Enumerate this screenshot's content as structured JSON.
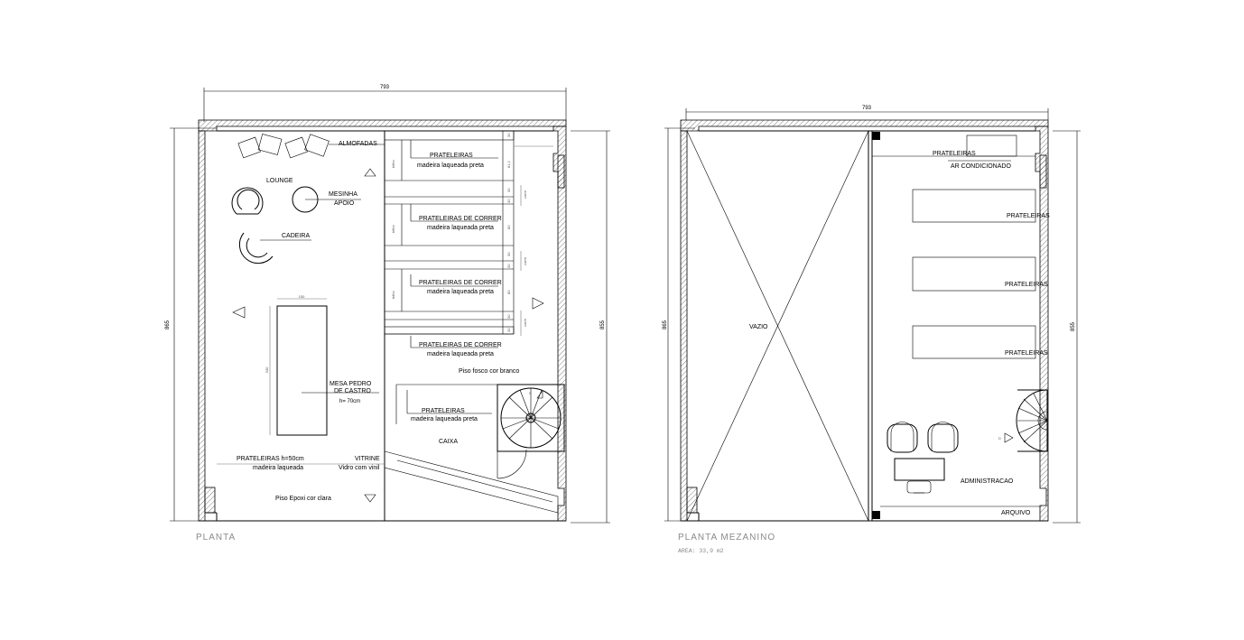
{
  "left_plan": {
    "title": "PLANTA",
    "dims": {
      "width": "793",
      "height_left": "865",
      "height_right": "855",
      "mesa_w": "150",
      "mesa_h": "340"
    },
    "labels": {
      "almofadas": "ALMOFADAS",
      "lounge": "LOUNGE",
      "mesinha_1": "MESINHA",
      "mesinha_2": "APOIO",
      "cadeira": "CADEIRA",
      "mesa_1": "MESA PEDRO",
      "mesa_2": "DE CASTRO",
      "mesa_3": "h= 70cm",
      "prat_baixa_1": "PRATELEIRAS h=50cm",
      "prat_baixa_2": "madeira laqueada",
      "vitrine_1": "VITRINE",
      "vitrine_2": "Vidro com vinil",
      "piso_epoxi": "Piso Epoxi cor clara",
      "piso_fosco": "Piso fosco cor branco",
      "caixa": "CAIXA",
      "prat1_1": "PRATELEIRAS",
      "prat1_2": "madeira laqueada preta",
      "prat2_1": "PRATELEIRAS DE CORRER",
      "prat2_2": "madeira laqueada preta",
      "prat3_1": "PRATELEIRAS DE CORRER",
      "prat3_2": "madeira laqueada preta",
      "prat4_1": "PRATELEIRAS DE CORRER",
      "prat4_2": "madeira laqueada preta",
      "prat5_1": "PRATELEIRAS",
      "prat5_2": "madeira laqueada preta",
      "trilho_1": "trilho",
      "trilho_2": "trilho",
      "trilho_3": "trilho",
      "corre_1": "corre",
      "corre_2": "corre",
      "corre_3": "corre",
      "d30_1": "30",
      "d81": "81,2",
      "d30_2": "30",
      "d30_3": "30",
      "d80_1": "80",
      "d30_4": "30",
      "d30_5": "30",
      "d80_2": "80",
      "d30_6": "30",
      "d30_7": "30",
      "s_mark": "S"
    }
  },
  "right_plan": {
    "title": "PLANTA MEZANINO",
    "subtitle": "AREA: 33,9 m2",
    "dims": {
      "width": "793",
      "height_left": "865",
      "height_right": "855"
    },
    "labels": {
      "vazio": "VAZIO",
      "prat_top": "PRATELEIRAS",
      "ar": "AR CONDICIONADO",
      "prat_a": "PRATELEIRAS",
      "prat_b": "PRATELEIRAS",
      "prat_c": "PRATELEIRAS",
      "admin": "ADMINISTRACAO",
      "arquivo": "ARQUIVO",
      "d_mark": "D"
    }
  }
}
